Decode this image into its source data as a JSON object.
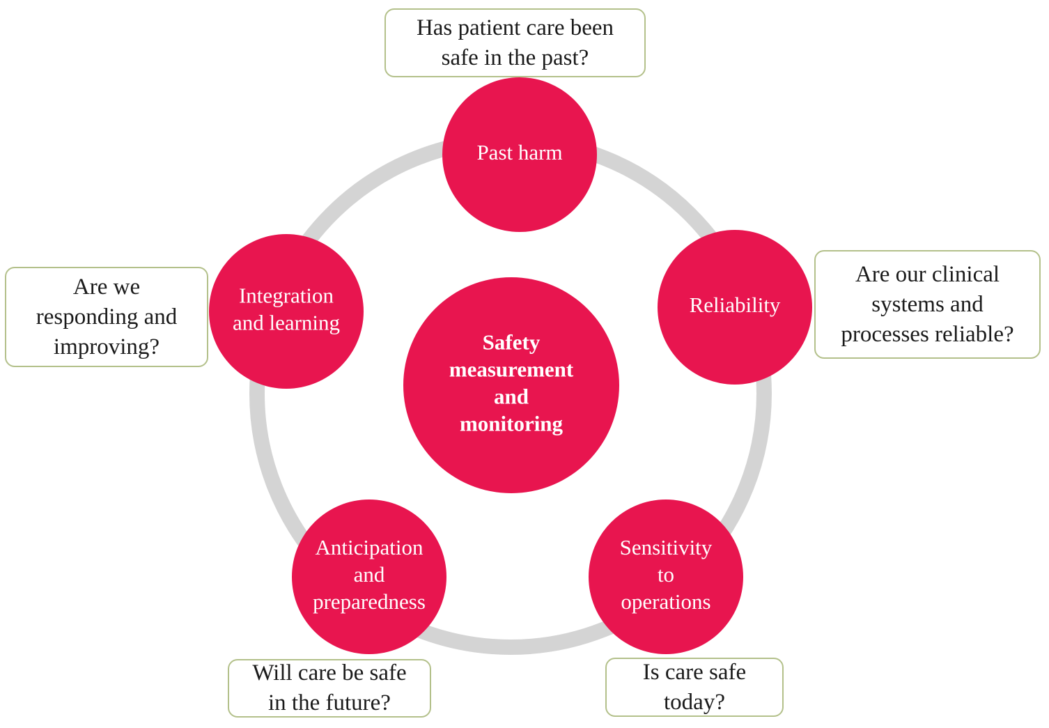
{
  "diagram": {
    "center": {
      "lines": [
        "Safety",
        "measurement",
        "and",
        "monitoring"
      ]
    },
    "nodes": [
      {
        "id": "past-harm",
        "lines": [
          "Past harm"
        ]
      },
      {
        "id": "reliability",
        "lines": [
          "Reliability"
        ]
      },
      {
        "id": "sensitivity",
        "lines": [
          "Sensitivity",
          "to",
          "operations"
        ]
      },
      {
        "id": "anticipation",
        "lines": [
          "Anticipation",
          "and",
          "preparedness"
        ]
      },
      {
        "id": "integration",
        "lines": [
          "Integration",
          "and learning"
        ]
      }
    ],
    "questions": {
      "past_harm": "Has patient care been\nsafe in the past?",
      "reliability": "Are our clinical\nsystems and\nprocesses reliable?",
      "sensitivity": "Is care safe\ntoday?",
      "anticipation": "Will care be safe\nin the future?",
      "integration": "Are we\nresponding and\nimproving?"
    },
    "colors": {
      "node_fill": "#e8154f",
      "ring": "#d4d4d4",
      "box_border": "#b3c08a",
      "node_text": "#ffffff"
    }
  }
}
